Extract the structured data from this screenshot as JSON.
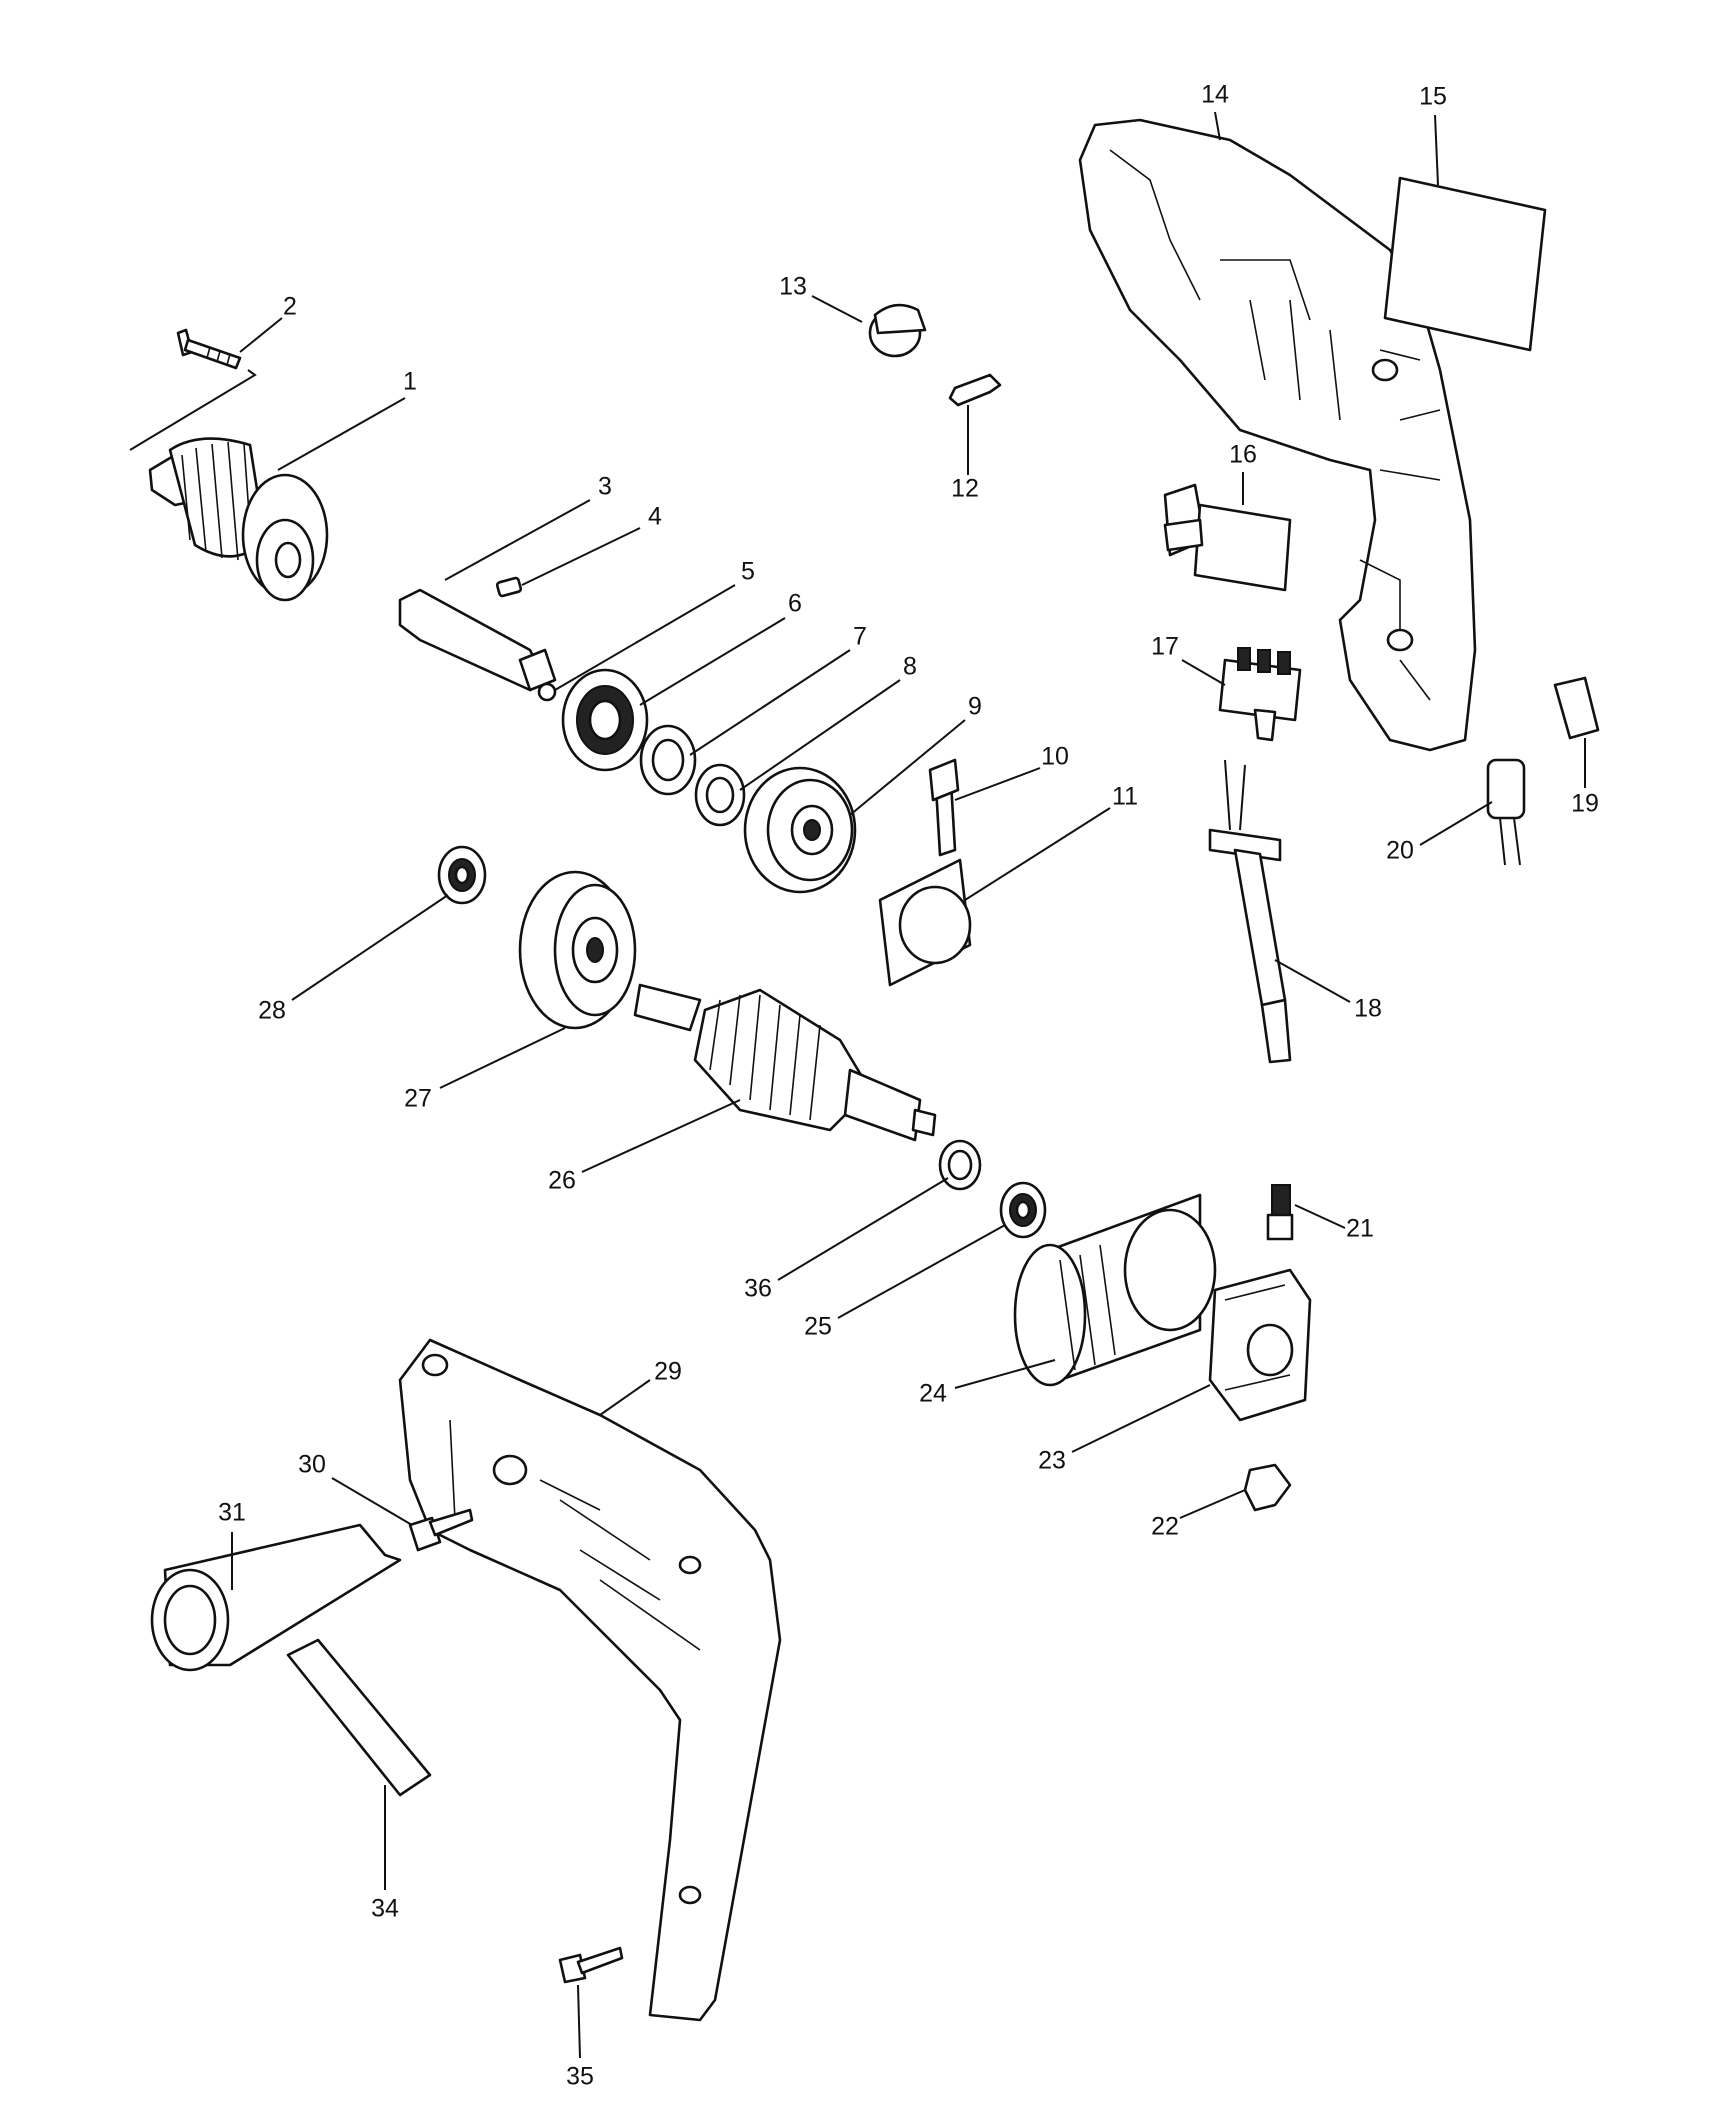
{
  "parts": [
    {
      "id": "1"
    },
    {
      "id": "2"
    },
    {
      "id": "3"
    },
    {
      "id": "4"
    },
    {
      "id": "5"
    },
    {
      "id": "6"
    },
    {
      "id": "7"
    },
    {
      "id": "8"
    },
    {
      "id": "9"
    },
    {
      "id": "10"
    },
    {
      "id": "11"
    },
    {
      "id": "12"
    },
    {
      "id": "13"
    },
    {
      "id": "14"
    },
    {
      "id": "15"
    },
    {
      "id": "16"
    },
    {
      "id": "17"
    },
    {
      "id": "18"
    },
    {
      "id": "19"
    },
    {
      "id": "20"
    },
    {
      "id": "21"
    },
    {
      "id": "22"
    },
    {
      "id": "23"
    },
    {
      "id": "24"
    },
    {
      "id": "25"
    },
    {
      "id": "26"
    },
    {
      "id": "27"
    },
    {
      "id": "28"
    },
    {
      "id": "29"
    },
    {
      "id": "30"
    },
    {
      "id": "31"
    },
    {
      "id": "34"
    },
    {
      "id": "35"
    },
    {
      "id": "36"
    }
  ]
}
